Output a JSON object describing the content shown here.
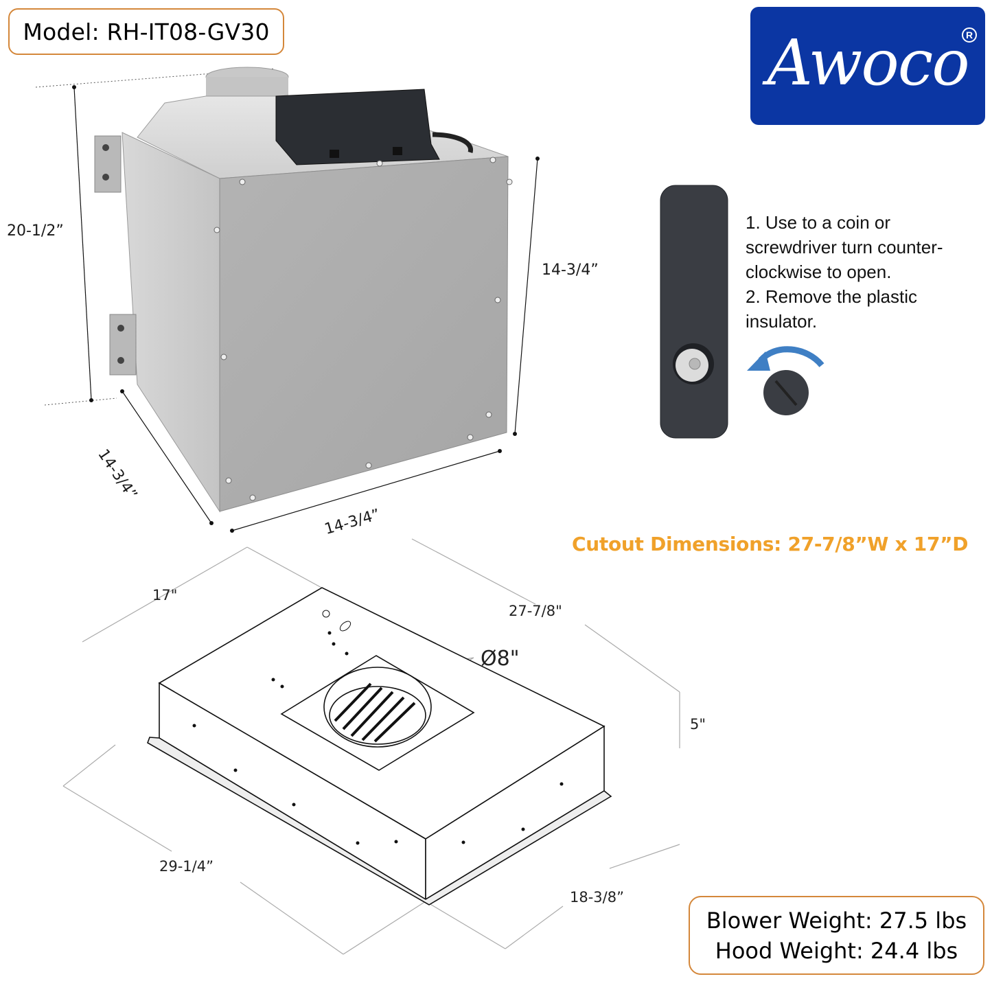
{
  "header": {
    "model_label": "Model: RH-IT08-GV30"
  },
  "logo": {
    "brand": "Awoco",
    "registered_mark": "R",
    "background_color": "#0b36a3"
  },
  "blower_dimensions": {
    "height": "20-1/2”",
    "side_height": "14-3/4”",
    "depth": "14-3/4”",
    "width": "14-3/4”"
  },
  "remote_instructions": {
    "line1": "1. Use to a coin or",
    "line2": "screwdriver turn counter-",
    "line3": "clockwise to open.",
    "line4": "2. Remove the plastic",
    "line5": "insulator.",
    "arrow_color": "#3f7fc4"
  },
  "cutout": {
    "text": "Cutout Dimensions: 27-7/8”W x 17”D",
    "color": "#f0a12a"
  },
  "hood_dimensions": {
    "depth_top": "17\"",
    "width_top": "27-7/8\"",
    "duct_diameter": "Ø8\"",
    "height": "5\"",
    "width_bottom": "29-1/4”",
    "depth_bottom": "18-3/8”"
  },
  "weights": {
    "blower": "Blower Weight: 27.5 lbs",
    "hood": "Hood Weight: 24.4 lbs"
  }
}
